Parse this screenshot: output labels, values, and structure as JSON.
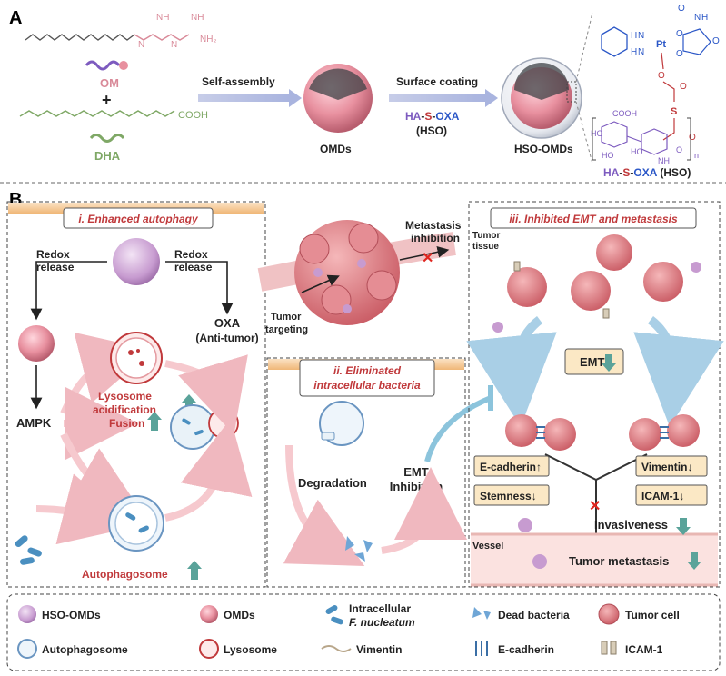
{
  "panel_a": {
    "letter": "A",
    "om_label": "OM",
    "plus": "+",
    "dha_label": "DHA",
    "om_groups": [
      "NH",
      "NH",
      "N",
      "N",
      "NH",
      "NH₂",
      "H"
    ],
    "cooh": "COOH",
    "arrow1": "Self-assembly",
    "omds": "OMDs",
    "arrow2": "Surface coating",
    "hso_ha": "HA",
    "hso_s": "S",
    "hso_oxa": "OXA",
    "hso_abbr": "(HSO)",
    "hso_omds": "HSO-OMDs",
    "struct_atoms": [
      "O",
      "N",
      "H",
      "Pt",
      "O",
      "O",
      "O",
      "O",
      "O",
      "H",
      "O",
      "O",
      "O",
      "S",
      "COOH",
      "O",
      "O",
      "HO",
      "HO",
      "HO",
      "NH",
      "O",
      "n"
    ],
    "struct_nh1": "N",
    "struct_nh2": "N",
    "struct_h1": "H",
    "struct_h2": "H",
    "struct_caption_ha": "HA",
    "struct_caption_s": "S",
    "struct_caption_oxa": "OXA",
    "struct_caption_abbr": "(HSO)"
  },
  "panel_b": {
    "letter": "B",
    "box1_title": "i. Enhanced autophagy",
    "redox_left": [
      "Redox",
      "release"
    ],
    "redox_right": [
      "Redox",
      "release"
    ],
    "oxa": [
      "OXA",
      "(Anti-tumor)"
    ],
    "ampk": "AMPK",
    "lysosome_acid": [
      "Lysosome",
      "acidification"
    ],
    "fusion": "Fusion",
    "autophagosome": "Autophagosome",
    "metastasis_inhibition": [
      "Metastasis",
      "inhibition"
    ],
    "tumor_targeting": [
      "Tumor",
      "targeting"
    ],
    "box2_title": [
      "ii. Eliminated",
      "intracellular bacteria"
    ],
    "degradation": "Degradation",
    "emt_inhibition": [
      "EMT",
      "Inhibition"
    ],
    "box3_title": "iii. Inhibited EMT and metastasis",
    "tumor_tissue": [
      "Tumor",
      "tissue"
    ],
    "emt_label": "EMT",
    "ecadherin": "E-cadherin↑",
    "vimentin": "Vimentin↓",
    "stemness": "Stemness↓",
    "icam": "ICAM-1↓",
    "invasiveness": "Invasiveness",
    "vessel": "Vessel",
    "tumor_metastasis": "Tumor metastasis"
  },
  "legend": {
    "items": [
      "HSO-OMDs",
      "OMDs",
      "Intracellular",
      "Dead bacteria",
      "Tumor cell",
      "Autophagosome",
      "Lysosome",
      "Vimentin",
      "E-cadherin",
      "ICAM-1"
    ],
    "fn_species": "F. nucleatum"
  },
  "colors": {
    "sphere_pink": "#e8909f",
    "accent_red": "#c0393b",
    "teal_arrow": "#5aa39a",
    "cell_red": "#d9707a",
    "bacteria_blue": "#4a8fc0"
  }
}
